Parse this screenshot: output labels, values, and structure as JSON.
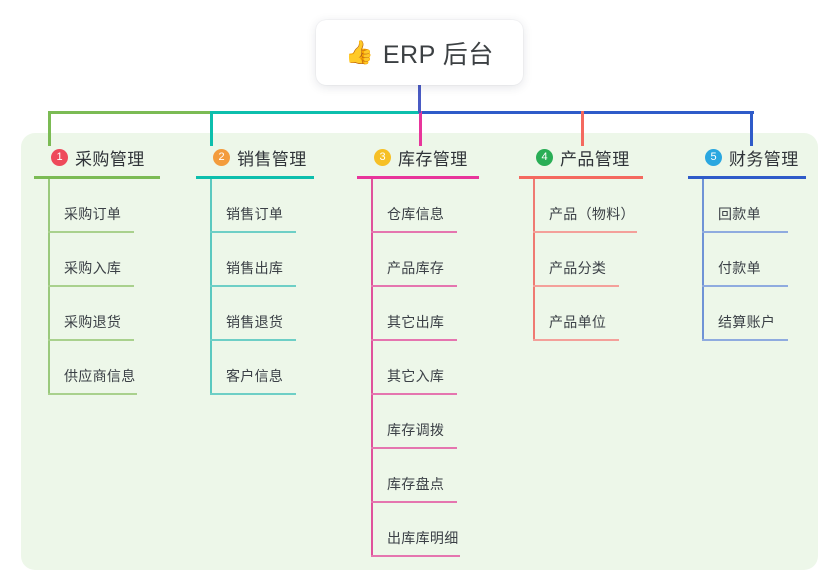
{
  "root": {
    "icon": "thumbs-up-icon",
    "emoji": "👍",
    "title": "ERP 后台"
  },
  "colors": {
    "panel_bg": "#edf7e9",
    "root_stem": "#4a5bc4",
    "text": "#3b4046"
  },
  "columns": [
    {
      "number": "1",
      "title": "采购管理",
      "badge_color": "#ee4a5b",
      "line_color": "#7bbb54",
      "rail_color": "#9ac97c",
      "underline_color": "#a9d18d",
      "items": [
        {
          "label": "采购订单"
        },
        {
          "label": "采购入库"
        },
        {
          "label": "采购退货"
        },
        {
          "label": "供应商信息"
        }
      ]
    },
    {
      "number": "2",
      "title": "销售管理",
      "badge_color": "#f39c3d",
      "line_color": "#0dbfad",
      "rail_color": "#5bc9c0",
      "underline_color": "#6ecfc6",
      "items": [
        {
          "label": "销售订单"
        },
        {
          "label": "销售出库"
        },
        {
          "label": "销售退货"
        },
        {
          "label": "客户信息"
        }
      ]
    },
    {
      "number": "3",
      "title": "库存管理",
      "badge_color": "#f6c026",
      "line_color": "#e8359b",
      "rail_color": "#e0529c",
      "underline_color": "#e575af",
      "items": [
        {
          "label": "仓库信息"
        },
        {
          "label": "产品库存"
        },
        {
          "label": "其它出库"
        },
        {
          "label": "其它入库"
        },
        {
          "label": "库存调拨"
        },
        {
          "label": "库存盘点"
        },
        {
          "label": "出库库明细"
        }
      ]
    },
    {
      "number": "4",
      "title": "产品管理",
      "badge_color": "#2aae56",
      "line_color": "#f4695f",
      "rail_color": "#ef7a72",
      "underline_color": "#f4a09a",
      "items": [
        {
          "label": "产品（物料）"
        },
        {
          "label": "产品分类"
        },
        {
          "label": "产品单位"
        }
      ]
    },
    {
      "number": "5",
      "title": "财务管理",
      "badge_color": "#2aa7e0",
      "line_color": "#2f5bc9",
      "rail_color": "#6f93d6",
      "underline_color": "#8fabdf",
      "items": [
        {
          "label": "回款单"
        },
        {
          "label": "付款单"
        },
        {
          "label": "结算账户"
        }
      ]
    }
  ]
}
